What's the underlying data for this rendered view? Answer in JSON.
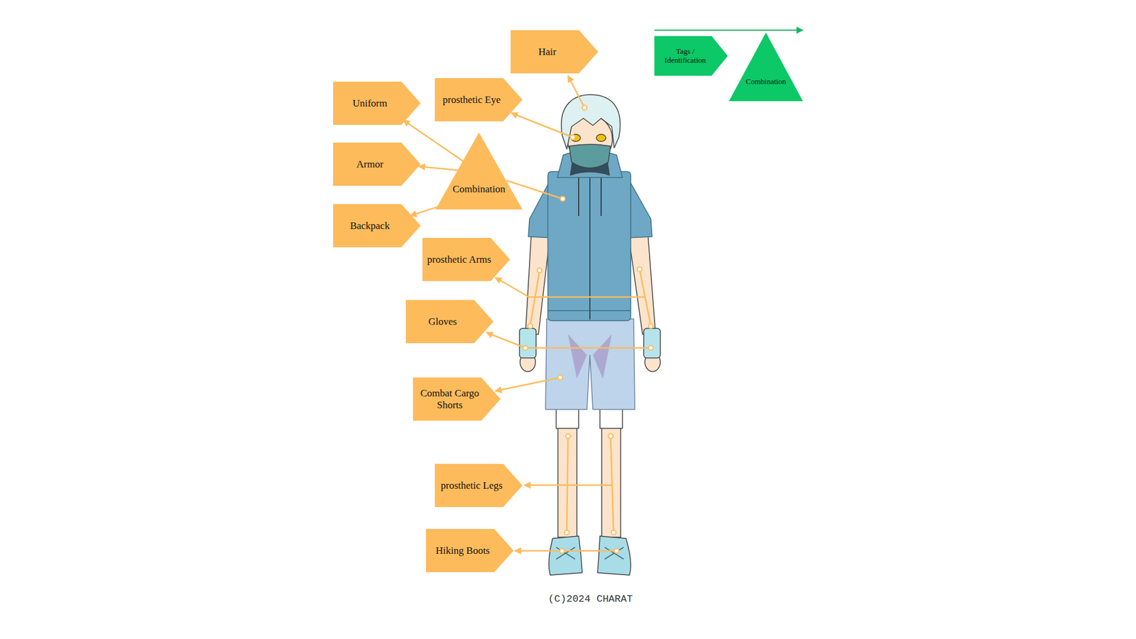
{
  "diagram": {
    "nodes": [
      {
        "text": [
          "Hair"
        ]
      },
      {
        "text": [
          "Tags / Identification"
        ]
      },
      {
        "text": [
          "Combination"
        ]
      },
      {
        "text": [
          "Uniform"
        ]
      },
      {
        "text": [
          "prosthetic Eye"
        ]
      },
      {
        "text": [
          "Combination"
        ]
      },
      {
        "text": [
          "Armor"
        ]
      },
      {
        "text": [
          "Backpack"
        ]
      },
      {
        "text": [
          "prosthetic Arms"
        ]
      },
      {
        "text": [
          "Gloves"
        ]
      },
      {
        "text": [
          "Combat Cargo Shorts"
        ]
      },
      {
        "text": [
          "prosthetic Legs"
        ]
      },
      {
        "text": [
          "Hiking Boots"
        ]
      }
    ],
    "edges": [
      {
        "from": 5,
        "to": 3,
        "arrow": "to"
      },
      {
        "from": 5,
        "to": 6,
        "arrow": "to"
      },
      {
        "from": 5,
        "to": 7,
        "arrow": "to"
      }
    ],
    "labels": [
      "(C)2024 CHARAT"
    ]
  }
}
